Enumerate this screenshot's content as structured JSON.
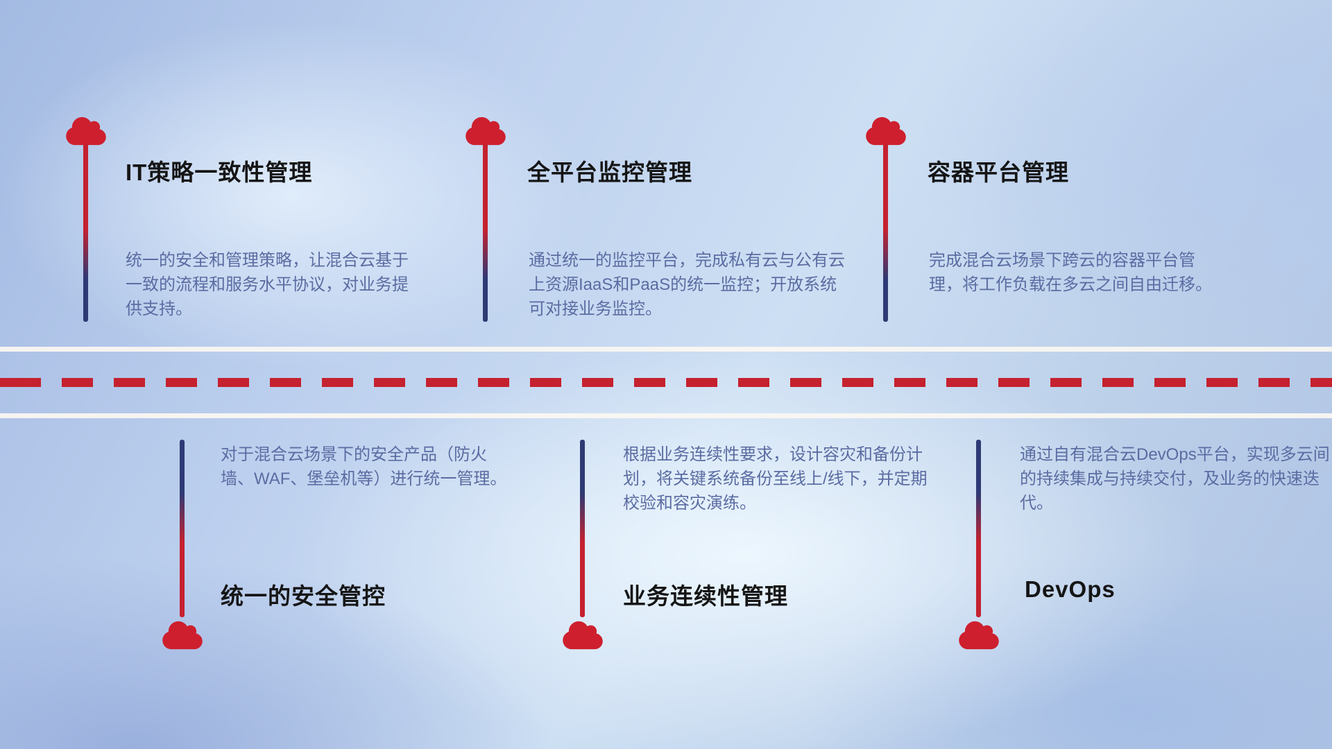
{
  "colors": {
    "cloud_red": "#ce1f2e",
    "pole_red": "#c5212f",
    "pole_navy": "#2e3a74",
    "dash_red": "#c5212f",
    "road_white": "#faf7f1",
    "title_black": "#151515",
    "desc_blue": "#5b6ca2"
  },
  "top_items": [
    {
      "title": "IT策略一致性管理",
      "description": "统一的安全和管理策略，让混合云基于一致的流程和服务水平协议，对业务提供支持。"
    },
    {
      "title": "全平台监控管理",
      "description": "通过统一的监控平台，完成私有云与公有云上资源IaaS和PaaS的统一监控；开放系统可对接业务监控。"
    },
    {
      "title": "容器平台管理",
      "description": "完成混合云场景下跨云的容器平台管理，将工作负载在多云之间自由迁移。"
    }
  ],
  "bottom_items": [
    {
      "title": "统一的安全管控",
      "description": "对于混合云场景下的安全产品（防火墙、WAF、堡垒机等）进行统一管理。"
    },
    {
      "title": "业务连续性管理",
      "description": "根据业务连续性要求，设计容灾和备份计划，将关键系统备份至线上/线下，并定期校验和容灾演练。"
    },
    {
      "title": "DevOps",
      "description": "通过自有混合云DevOps平台，实现多云间的持续集成与持续交付，及业务的快速迭代。"
    }
  ]
}
